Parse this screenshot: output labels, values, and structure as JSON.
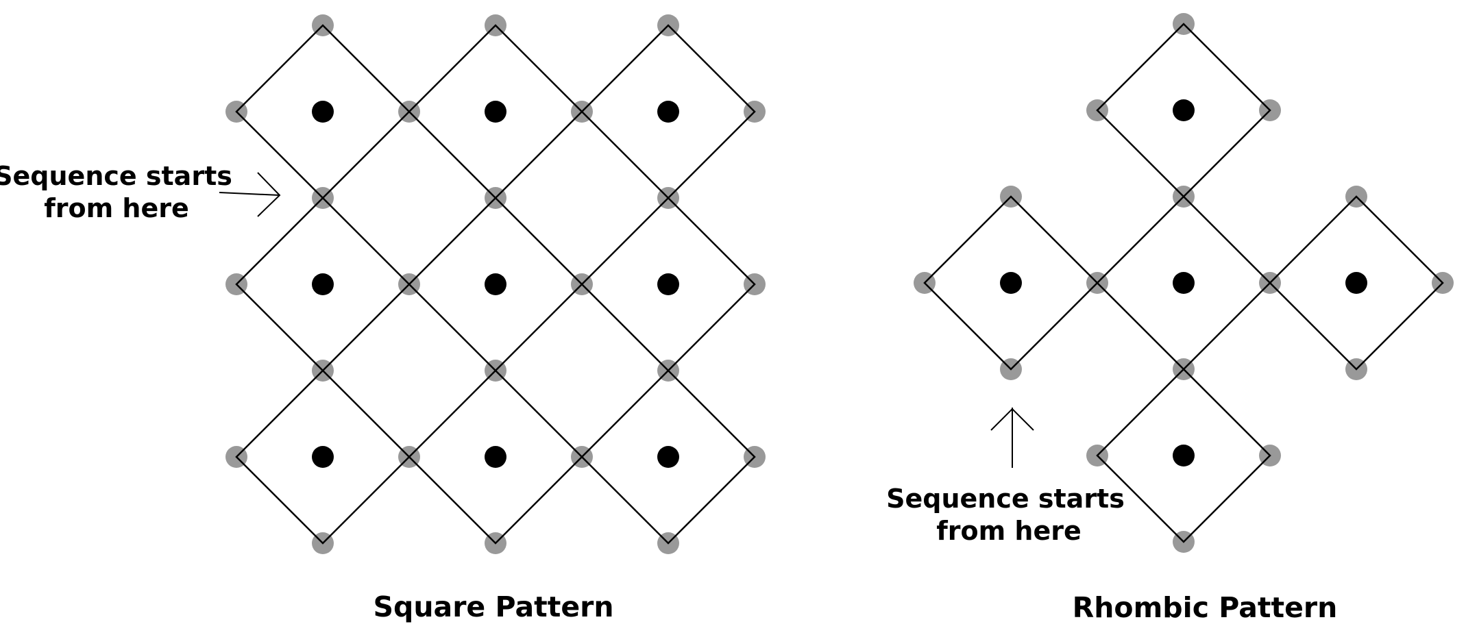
{
  "colors": {
    "background": "#ffffff",
    "line": "#000000",
    "corner_dot": "#999999",
    "center_dot": "#000000"
  },
  "square_panel": {
    "caption": "Square Pattern",
    "annotation_line1": "Sequence starts",
    "annotation_line2": "from here",
    "rows": 3,
    "cols": 3
  },
  "rhombic_panel": {
    "caption": "Rhombic Pattern",
    "annotation_line1": "Sequence starts",
    "annotation_line2": "from here",
    "cells": [
      {
        "row": 0,
        "col": 1
      },
      {
        "row": 1,
        "col": 0
      },
      {
        "row": 1,
        "col": 1
      },
      {
        "row": 1,
        "col": 2
      },
      {
        "row": 2,
        "col": 1
      }
    ]
  }
}
